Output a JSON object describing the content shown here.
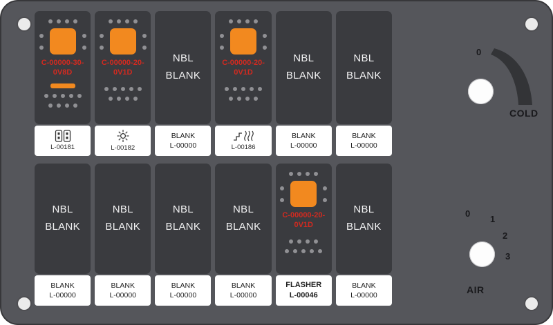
{
  "colors": {
    "panel_bg": "#55565B",
    "slot_bg": "#3A3B3F",
    "accent_orange": "#F2891F",
    "code_red": "#D12A20",
    "label_bg": "#FFFFFF"
  },
  "top_row": [
    {
      "type": "breaker",
      "code1": "C-00000-30-",
      "code2": "0V8D",
      "icon": "pins-icon",
      "label1": "L-00181"
    },
    {
      "type": "breaker",
      "code1": "C-00000-20-",
      "code2": "0V1D",
      "icon": "sun-icon",
      "label1": "L-00182"
    },
    {
      "type": "blank",
      "line1": "NBL",
      "line2": "BLANK",
      "label1": "BLANK",
      "label2": "L-00000"
    },
    {
      "type": "breaker",
      "code1": "C-00000-20-",
      "code2": "0V1D",
      "icon": "heat-wave-icon",
      "label1": "L-00186"
    },
    {
      "type": "blank",
      "line1": "NBL",
      "line2": "BLANK",
      "label1": "BLANK",
      "label2": "L-00000"
    },
    {
      "type": "blank",
      "line1": "NBL",
      "line2": "BLANK",
      "label1": "BLANK",
      "label2": "L-00000"
    }
  ],
  "bottom_row": [
    {
      "type": "blank",
      "line1": "NBL",
      "line2": "BLANK",
      "label1": "BLANK",
      "label2": "L-00000"
    },
    {
      "type": "blank",
      "line1": "NBL",
      "line2": "BLANK",
      "label1": "BLANK",
      "label2": "L-00000"
    },
    {
      "type": "blank",
      "line1": "NBL",
      "line2": "BLANK",
      "label1": "BLANK",
      "label2": "L-00000"
    },
    {
      "type": "blank",
      "line1": "NBL",
      "line2": "BLANK",
      "label1": "BLANK",
      "label2": "L-00000"
    },
    {
      "type": "breaker",
      "code1": "C-00000-20-",
      "code2": "0V1D",
      "label1": "FLASHER",
      "label2": "L-00046"
    },
    {
      "type": "blank",
      "line1": "NBL",
      "line2": "BLANK",
      "label1": "BLANK",
      "label2": "L-00000"
    }
  ],
  "cold_control": {
    "zero": "0",
    "caption": "COLD"
  },
  "air_control": {
    "n0": "0",
    "n1": "1",
    "n2": "2",
    "n3": "3",
    "caption": "AIR"
  }
}
